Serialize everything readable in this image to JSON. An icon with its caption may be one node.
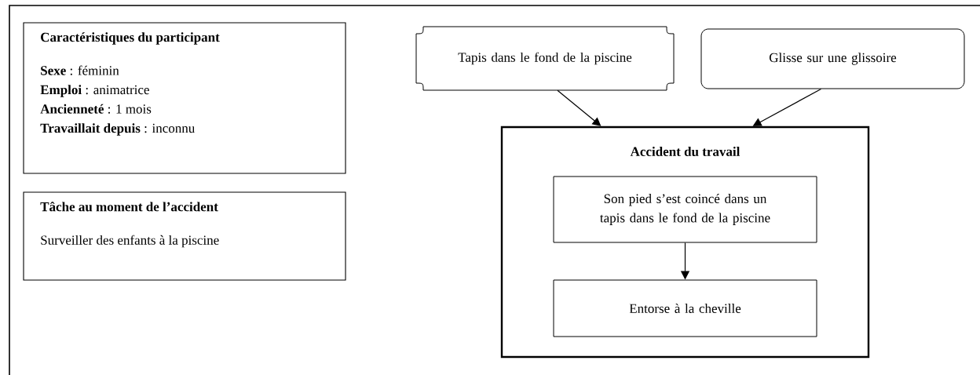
{
  "diagram": {
    "nodes": [
      {
        "text": [
          "Caractéristiques du participant",
          "**Sexe** : féminin",
          "**Emploi** : animatrice",
          "**Ancienneté** : 1 mois",
          "**Travaillait depuis** : inconnu"
        ]
      },
      {
        "text": [
          "Tâche au moment de l’accident",
          "Surveiller des enfants à la piscine"
        ]
      },
      {
        "text": [
          "Tapis dans le fond de la piscine"
        ]
      },
      {
        "text": [
          "Glisse sur une glissoire"
        ]
      },
      {
        "text": [
          "Accident du travail"
        ]
      },
      {
        "text": [
          "Son pied s’est coincé dans un tapis dans le fond de la piscine"
        ],
        "in": 4
      },
      {
        "text": [
          "Entorse à la cheville"
        ],
        "in": 4
      }
    ],
    "edges": [
      {
        "from": 2,
        "to": 4,
        "arrow": "to"
      },
      {
        "from": 3,
        "to": 4,
        "arrow": "to"
      },
      {
        "from": 5,
        "to": 6,
        "arrow": "to"
      }
    ]
  }
}
